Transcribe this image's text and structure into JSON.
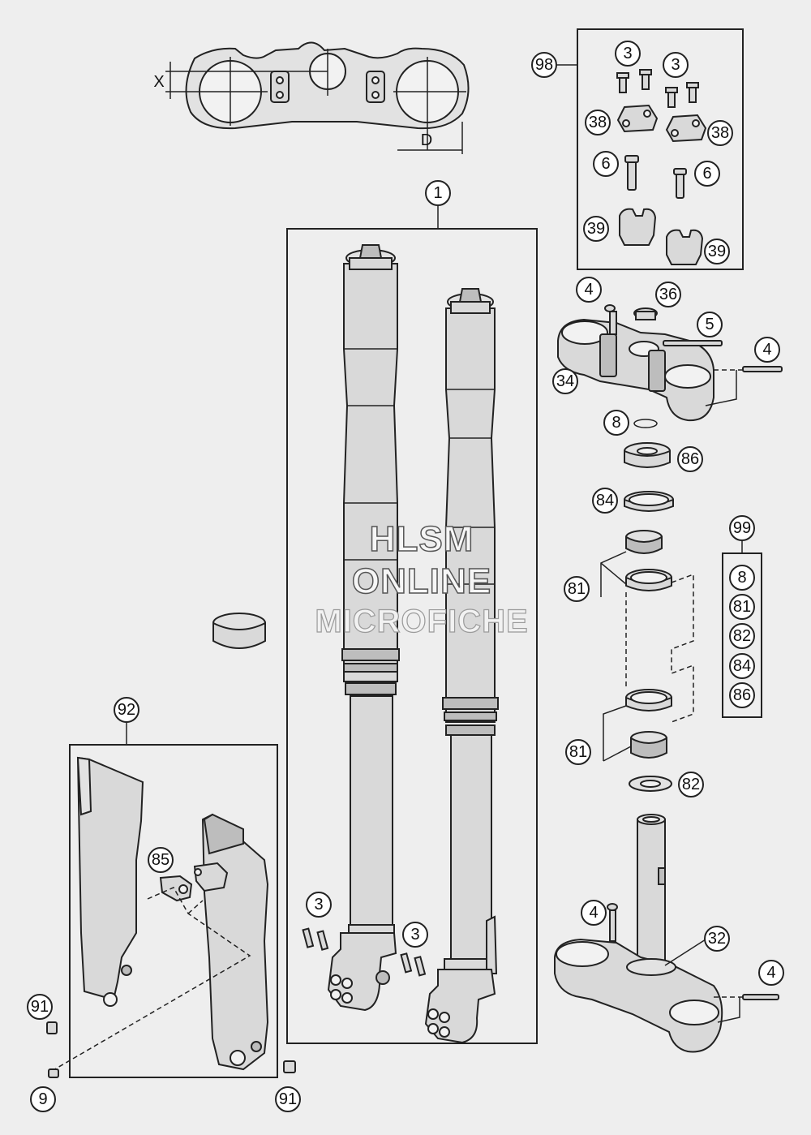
{
  "dimensions": {
    "x_label": "X",
    "d_label": "D"
  },
  "watermark": {
    "line1": "HLSM",
    "line2": "ONLINE",
    "line3": "MICROFICHE"
  },
  "callouts": {
    "c1": "1",
    "c98": "98",
    "c3a": "3",
    "c3b": "3",
    "c38a": "38",
    "c38b": "38",
    "c6a": "6",
    "c6b": "6",
    "c39a": "39",
    "c39b": "39",
    "c4a": "4",
    "c36": "36",
    "c5": "5",
    "c4b": "4",
    "c34": "34",
    "c8": "8",
    "c86": "86",
    "c84": "84",
    "c99": "99",
    "c99_8": "8",
    "c99_81": "81",
    "c99_82": "82",
    "c99_84": "84",
    "c99_86": "86",
    "c81a": "81",
    "c81b": "81",
    "c82": "82",
    "c4c": "4",
    "c32": "32",
    "c4d": "4",
    "c3c": "3",
    "c3d": "3",
    "c92": "92",
    "c85": "85",
    "c91a": "91",
    "c9": "9",
    "c91b": "91"
  }
}
